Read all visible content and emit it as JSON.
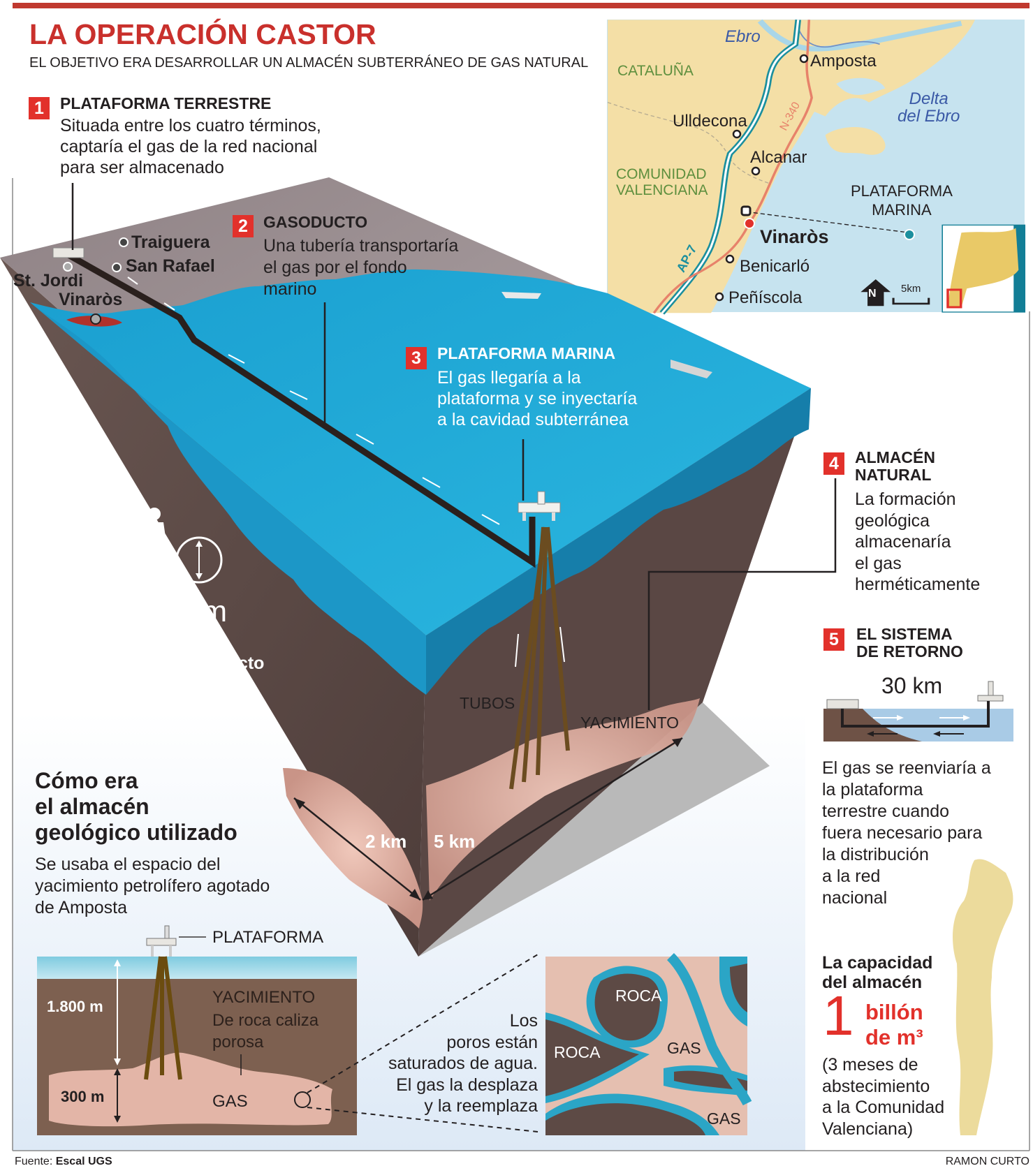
{
  "header": {
    "title": "LA OPERACIÓN CASTOR",
    "subtitle": "EL OBJETIVO ERA DESARROLLAR UN ALMACÉN SUBTERRÁNEO DE GAS NATURAL"
  },
  "colors": {
    "accent_red": "#e2312b",
    "sea": "#1fa6d5",
    "earth": "#5e4a45",
    "reservoir": "#e3b5a7",
    "land_map": "#f4dfa6",
    "sea_map": "#c6e3ef"
  },
  "sections": [
    {
      "number": "1",
      "title": "PLATAFORMA TERRESTRE",
      "text": "Situada entre los cuatro términos,\ncaptaría el gas de la red nacional\npara ser almacenado"
    },
    {
      "number": "2",
      "title": "GASODUCTO",
      "text": "Una tubería transportaría\nel gas por el fondo\nmarino"
    },
    {
      "number": "3",
      "title": "PLATAFORMA MARINA",
      "text": "El gas llegaría a la\nplataforma y se inyectaría\na la cavidad subterránea"
    },
    {
      "number": "4",
      "title": "ALMACÉN\nNATURAL",
      "text": "La formación\ngeológica\nalmacenaría\nel gas\nherméticamente"
    },
    {
      "number": "5",
      "title": "EL SISTEMA\nDE RETORNO",
      "text": "El gas se reenviaría a\nla plataforma\nterrestre cuando\nfuera necesario para\nla distribución\na la red\nnacional"
    }
  ],
  "diagram": {
    "places": [
      "Traiguera",
      "San Rafael",
      "St. Jordi",
      "Vinaròs"
    ],
    "diameter_value": "80 cm",
    "diameter_label": "Diámetro\ndel gasoducto",
    "tubos": "TUBOS",
    "yacimiento": "YACIMIENTO",
    "dim_2km": "2 km",
    "dim_5km": "5 km",
    "return_distance": "30 km"
  },
  "map": {
    "labels": {
      "ebro": "Ebro",
      "amposta": "Amposta",
      "cataluna": "CATALUÑA",
      "delta": "Delta\ndel Ebro",
      "ulldecona": "Ulldecona",
      "n340": "N-340",
      "alcanar": "Alcanar",
      "comunidad": "COMUNIDAD\nVALENCIANA",
      "plataforma": "PLATAFORMA\nMARINA",
      "vinaros": "Vinaròs",
      "ap7": "AP-7",
      "benicarlo": "Benicarló",
      "peniscola": "Peñíscola",
      "north": "N",
      "scale": "5km"
    }
  },
  "storage": {
    "title": "Cómo era\nel almacén\ngeológico utilizado",
    "text": "Se usaba el espacio del\nyacimiento petrolífero agotado\nde Amposta",
    "plataforma": "PLATAFORMA",
    "depth": "1.800 m",
    "thickness": "300 m",
    "yacimiento_title": "YACIMIENTO",
    "yacimiento_text": "De roca caliza\nporosa",
    "gas": "GAS",
    "pores_text": "Los\nporos están\nsaturados de agua.\nEl gas la desplaza\ny la reemplaza",
    "pore_labels": [
      "ROCA",
      "ROCA",
      "GAS",
      "GAS"
    ]
  },
  "capacity": {
    "title": "La capacidad\ndel almacén",
    "value": "1",
    "unit": "billón\nde m³",
    "note": "(3 meses de\nabstecimiento\na la Comunidad\nValenciana)"
  },
  "footer": {
    "source_label": "Fuente:",
    "source": "Escal UGS",
    "author": "RAMON CURTO"
  }
}
